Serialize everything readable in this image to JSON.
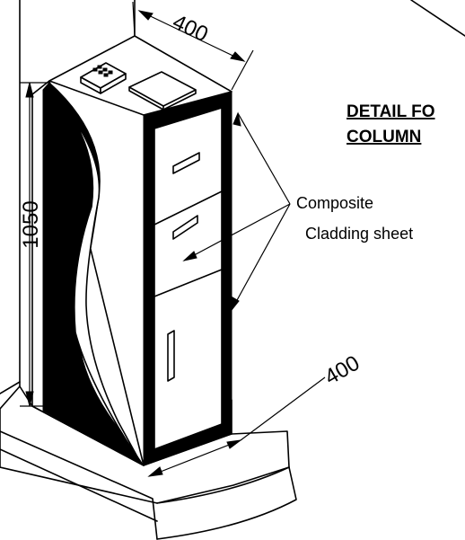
{
  "detail_title": {
    "line1": "DETAIL FO",
    "line2": "COLUMN"
  },
  "callout": {
    "line1": "Composite",
    "line2": "Cladding sheet"
  },
  "dimensions": {
    "top_width": "400",
    "height": "1050",
    "base_width": "400"
  }
}
